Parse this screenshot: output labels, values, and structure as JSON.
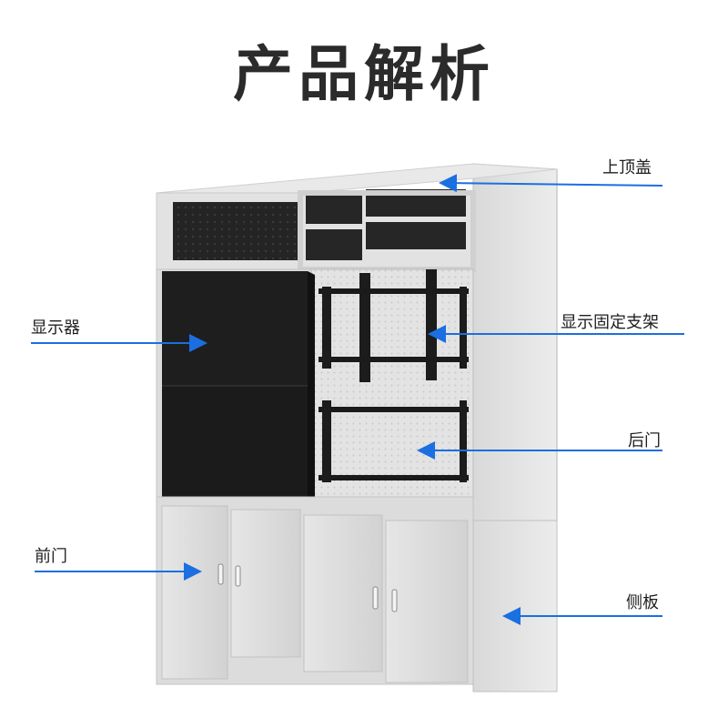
{
  "title": "产品解析",
  "labels": {
    "top_cover": "上顶盖",
    "display": "显示器",
    "display_bracket": "显示固定支架",
    "back_door": "后门",
    "front_door": "前门",
    "side_panel": "侧板"
  },
  "colors": {
    "arrow": "#1b6fe0",
    "title": "#2b2b2b",
    "cabinet_frame": "#d7d7d7",
    "panel_dark": "#1d1d1d"
  }
}
